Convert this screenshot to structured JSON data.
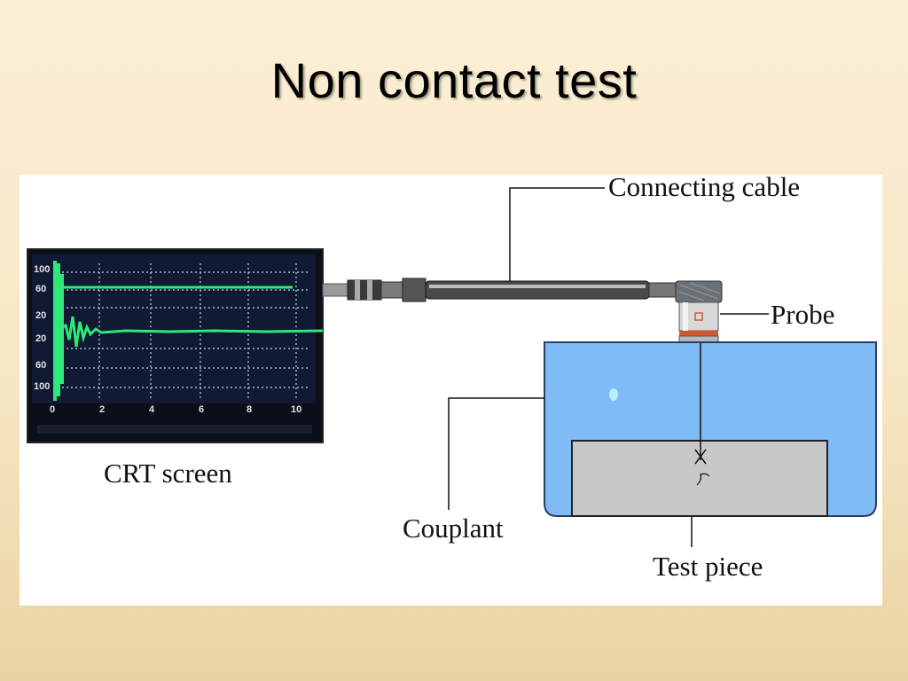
{
  "slide": {
    "title": "Non contact test"
  },
  "diagram": {
    "labels": {
      "connecting_cable": "Connecting cable",
      "probe": "Probe",
      "crt_screen": "CRT screen",
      "couplant": "Couplant",
      "test_piece": "Test piece"
    },
    "crt": {
      "y_ticks": [
        "100",
        "60",
        "20",
        "20",
        "60",
        "100"
      ],
      "x_ticks": [
        "0",
        "2",
        "4",
        "6",
        "8",
        "10"
      ]
    },
    "colors": {
      "background_top": "#fbefd6",
      "background_bottom": "#e9d3a2",
      "couplant": "#7fbcf6",
      "test_piece": "#c8c8c8",
      "crt_screen": "#0b0f1a",
      "trace": "#2ee87a"
    }
  }
}
